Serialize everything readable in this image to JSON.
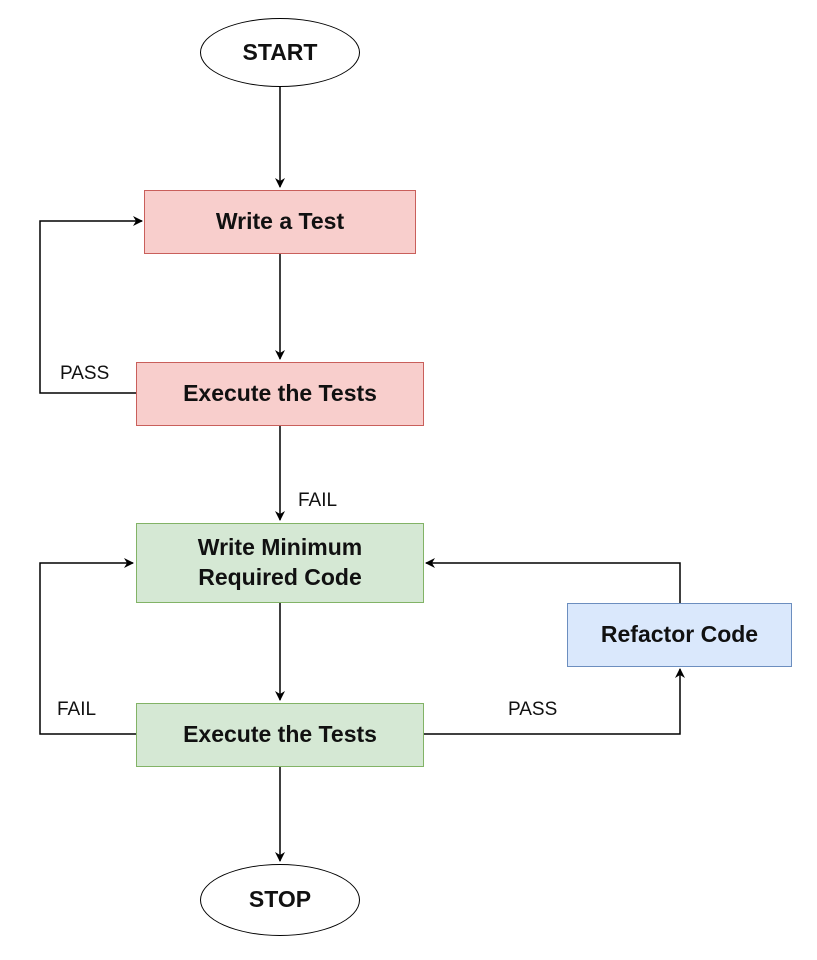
{
  "nodes": {
    "start": "START",
    "write_test": "Write a Test",
    "execute_tests_1": "Execute the Tests",
    "write_code_line1": "Write Minimum",
    "write_code_line2": "Required Code",
    "refactor": "Refactor Code",
    "execute_tests_2": "Execute the Tests",
    "stop": "STOP"
  },
  "edge_labels": {
    "pass_loop": "PASS",
    "fail_down": "FAIL",
    "fail_loop": "FAIL",
    "pass_refactor": "PASS"
  },
  "colors": {
    "red_fill": "#f8cecc",
    "red_border": "#c95f5b",
    "green_fill": "#d5e8d4",
    "green_border": "#82b366",
    "blue_fill": "#dae8fc",
    "blue_border": "#6c8ebf"
  }
}
